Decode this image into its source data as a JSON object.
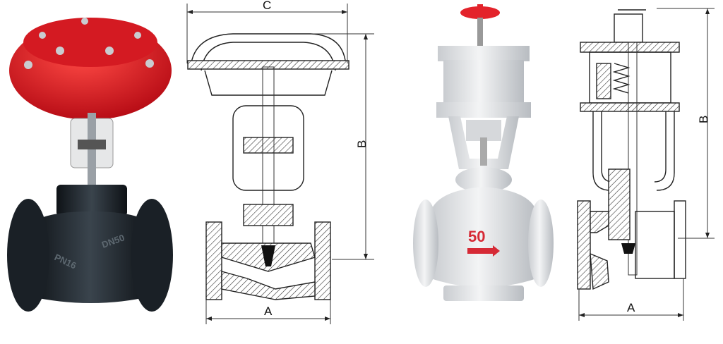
{
  "figure": {
    "panels": [
      {
        "name": "pneumatic-valve-photo",
        "casting_text": [
          "DN50",
          "PN16"
        ]
      },
      {
        "name": "pneumatic-valve-drawing",
        "dimensions": {
          "width_top": "C",
          "height": "B",
          "length": "A"
        }
      },
      {
        "name": "cylinder-valve-photo",
        "body_marking": "50"
      },
      {
        "name": "cylinder-valve-drawing",
        "dimensions": {
          "height": "B",
          "length": "A"
        }
      }
    ],
    "colors": {
      "actuator_red": "#e8202a",
      "body_black": "#1c2228",
      "body_grey": "#dfe1e3",
      "line": "#222222"
    }
  }
}
